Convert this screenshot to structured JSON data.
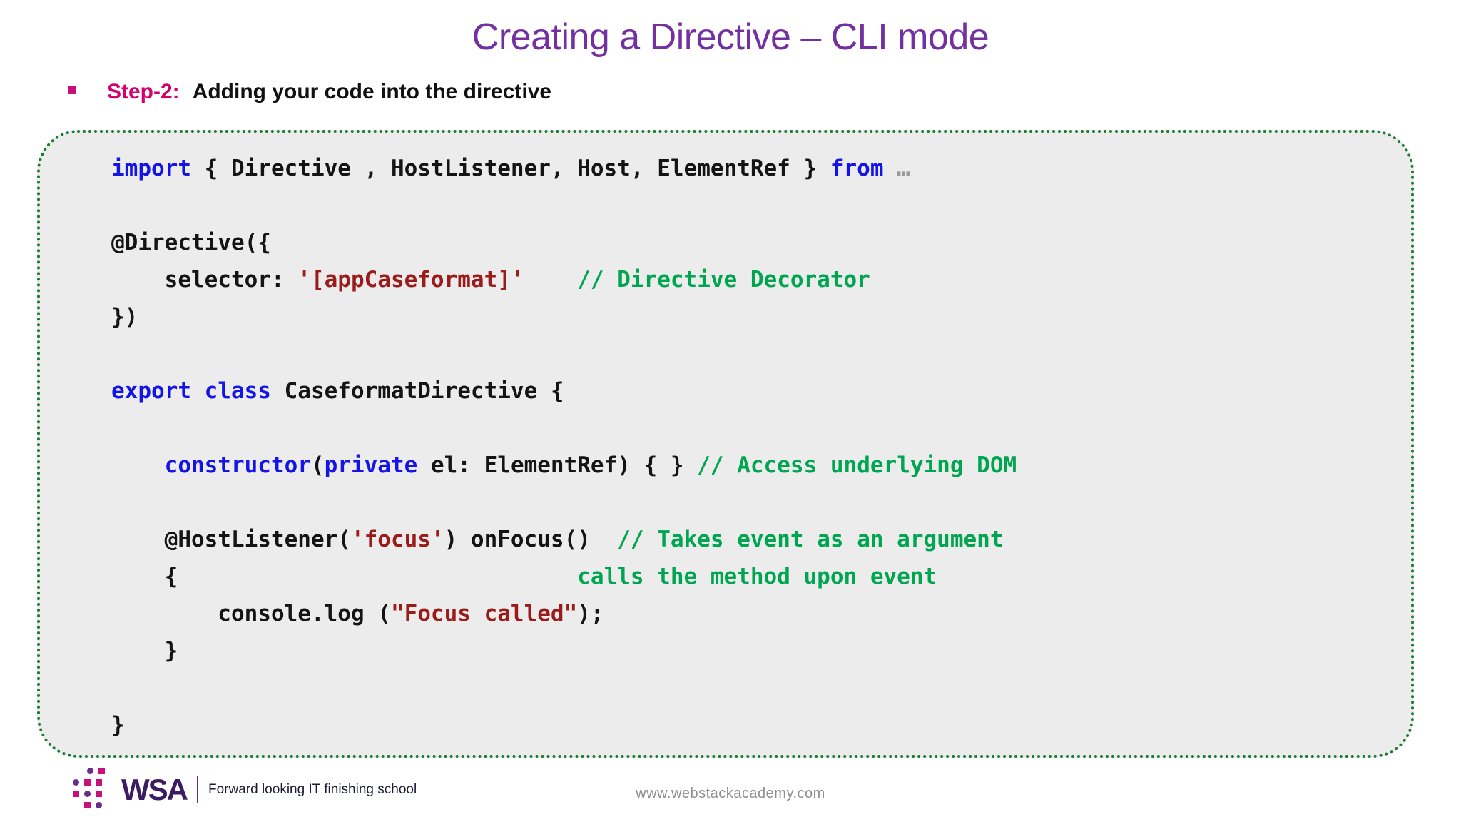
{
  "slide": {
    "title": "Creating a Directive – CLI mode",
    "title_color": "#7230A0",
    "subtitle": {
      "step_label": "Step-2:",
      "step_label_color": "#D6006D",
      "step_text": "Adding your code into the directive",
      "bullet_color": "#C9107A"
    }
  },
  "code_block": {
    "background": "#ECECEC",
    "border_color": "#1A7A2E",
    "colors": {
      "keyword": "#1414E6",
      "string": "#9B1B1B",
      "comment": "#00A550",
      "plain": "#141414"
    },
    "lines": [
      {
        "id": "line-1",
        "tokens": [
          {
            "t": "import",
            "c": "kw"
          },
          {
            "t": " { Directive , HostListener, Host, ElementRef } ",
            "c": "plain"
          },
          {
            "t": "from",
            "c": "kw"
          },
          {
            "t": " …",
            "c": "ell"
          }
        ]
      },
      {
        "id": "line-2",
        "tokens": []
      },
      {
        "id": "line-3",
        "tokens": [
          {
            "t": "@Directive({",
            "c": "plain"
          }
        ]
      },
      {
        "id": "line-4",
        "tokens": [
          {
            "t": "    selector: ",
            "c": "plain"
          },
          {
            "t": "'[appCaseformat]'",
            "c": "str"
          },
          {
            "t": "    ",
            "c": "plain"
          },
          {
            "t": "// Directive Decorator",
            "c": "cmt"
          }
        ]
      },
      {
        "id": "line-5",
        "tokens": [
          {
            "t": "})",
            "c": "plain"
          }
        ]
      },
      {
        "id": "line-6",
        "tokens": []
      },
      {
        "id": "line-7",
        "tokens": [
          {
            "t": "export class",
            "c": "kw"
          },
          {
            "t": " CaseformatDirective {",
            "c": "plain"
          }
        ]
      },
      {
        "id": "line-8",
        "tokens": []
      },
      {
        "id": "line-9",
        "tokens": [
          {
            "t": "    ",
            "c": "plain"
          },
          {
            "t": "constructor",
            "c": "kw"
          },
          {
            "t": "(",
            "c": "plain"
          },
          {
            "t": "private",
            "c": "kw"
          },
          {
            "t": " el: ElementRef) { } ",
            "c": "plain"
          },
          {
            "t": "// Access underlying DOM",
            "c": "cmt"
          }
        ]
      },
      {
        "id": "line-10",
        "tokens": []
      },
      {
        "id": "line-11",
        "tokens": [
          {
            "t": "    @HostListener(",
            "c": "plain"
          },
          {
            "t": "'focus'",
            "c": "str"
          },
          {
            "t": ") onFocus()  ",
            "c": "plain"
          },
          {
            "t": "// Takes event as an argument",
            "c": "cmt"
          }
        ]
      },
      {
        "id": "line-12",
        "tokens": [
          {
            "t": "    {",
            "c": "plain"
          },
          {
            "t": "                              calls the method upon event",
            "c": "cmt"
          }
        ]
      },
      {
        "id": "line-13",
        "tokens": [
          {
            "t": "        console.log (",
            "c": "plain"
          },
          {
            "t": "\"Focus called\"",
            "c": "str"
          },
          {
            "t": ");",
            "c": "plain"
          }
        ]
      },
      {
        "id": "line-14",
        "tokens": [
          {
            "t": "    }",
            "c": "plain"
          }
        ]
      },
      {
        "id": "line-15",
        "tokens": []
      },
      {
        "id": "line-16",
        "tokens": [
          {
            "t": "}",
            "c": "plain"
          }
        ]
      }
    ]
  },
  "footer": {
    "logo_text": "WSA",
    "tagline": "Forward looking IT finishing school",
    "url": "www.webstackacademy.com",
    "brand_magenta": "#C9107A",
    "brand_purple": "#6B2C91"
  }
}
